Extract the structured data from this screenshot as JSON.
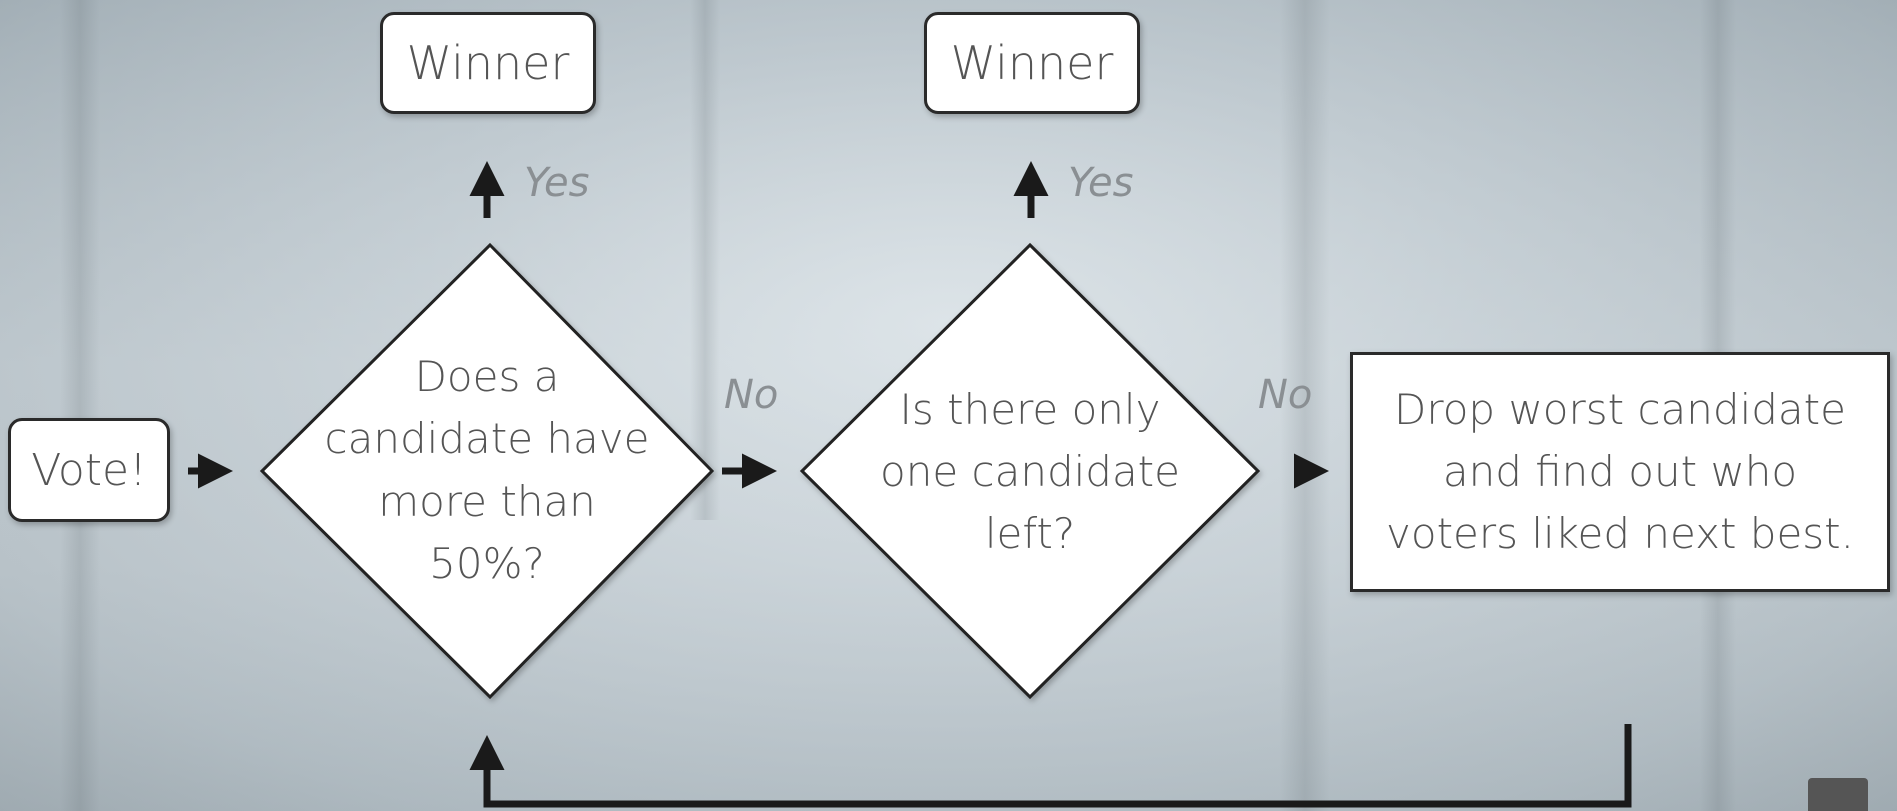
{
  "nodes": {
    "vote": "Vote!",
    "winner_left": "Winner",
    "winner_right": "Winner",
    "decision_majority": [
      "Does a",
      "candidate have",
      "more than",
      "50%?"
    ],
    "decision_one_left": [
      "Is there only",
      "one candidate",
      "left?"
    ],
    "drop_box": [
      "Drop worst candidate",
      "and find out who",
      "voters liked next best."
    ]
  },
  "edge_labels": {
    "yes_left": "Yes",
    "yes_right": "Yes",
    "no_left": "No",
    "no_right": "No"
  },
  "colors": {
    "box_fill": "#ffffff",
    "stroke": "#1e1e1e",
    "text": "#555555",
    "edge_label": "#8a8f93"
  }
}
